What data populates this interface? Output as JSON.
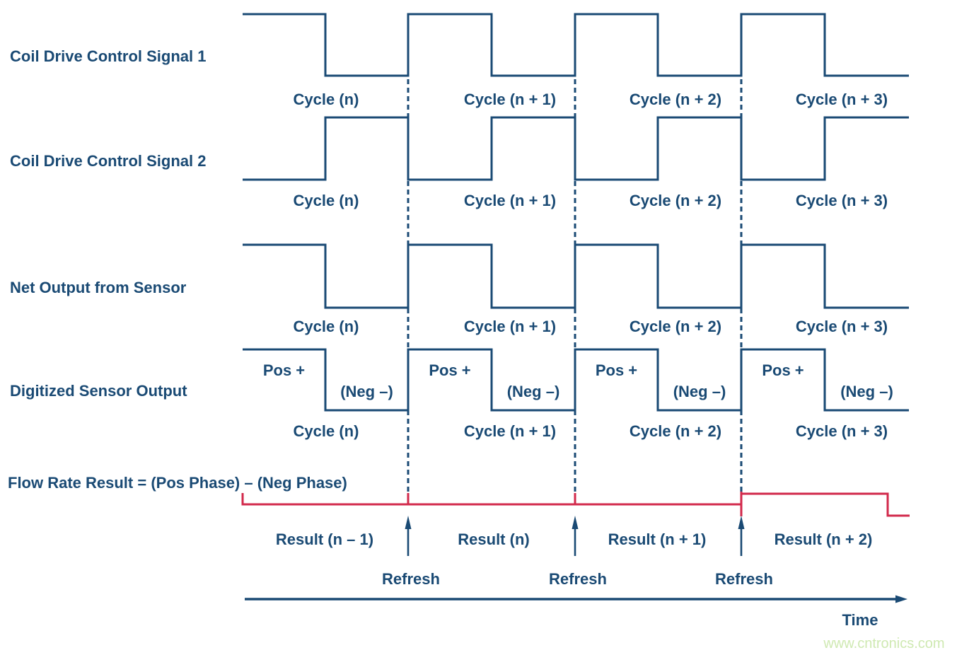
{
  "colors": {
    "navy": "#1a4a74",
    "result_red": "#d2294b",
    "watermark_green": "#cfe9b2",
    "background": "#ffffff"
  },
  "signals": [
    {
      "name": "Coil Drive Control Signal 1",
      "first_half_level": "high",
      "second_half_level": "low"
    },
    {
      "name": "Coil Drive Control Signal 2",
      "first_half_level": "low",
      "second_half_level": "high"
    },
    {
      "name": "Net Output from Sensor",
      "first_half_level": "high",
      "second_half_level": "low"
    },
    {
      "name": "Digitized Sensor Output",
      "first_half_level": "high",
      "second_half_level": "low",
      "phase_labels": {
        "pos": "Pos +",
        "neg": "(Neg –)"
      }
    }
  ],
  "cycles": [
    "Cycle (n)",
    "Cycle (n + 1)",
    "Cycle (n + 2)",
    "Cycle (n + 3)"
  ],
  "result": {
    "label": "Flow Rate Result = (Pos Phase) – (Neg Phase)",
    "segments": [
      "Result (n – 1)",
      "Result (n)",
      "Result (n + 1)",
      "Result (n + 2)"
    ],
    "refresh_label": "Refresh",
    "refresh_count": 3,
    "behavior": "level steps up after third refresh, then steps down near end"
  },
  "time_axis": {
    "label": "Time"
  },
  "watermark": {
    "text": "www.cntronics.com"
  }
}
